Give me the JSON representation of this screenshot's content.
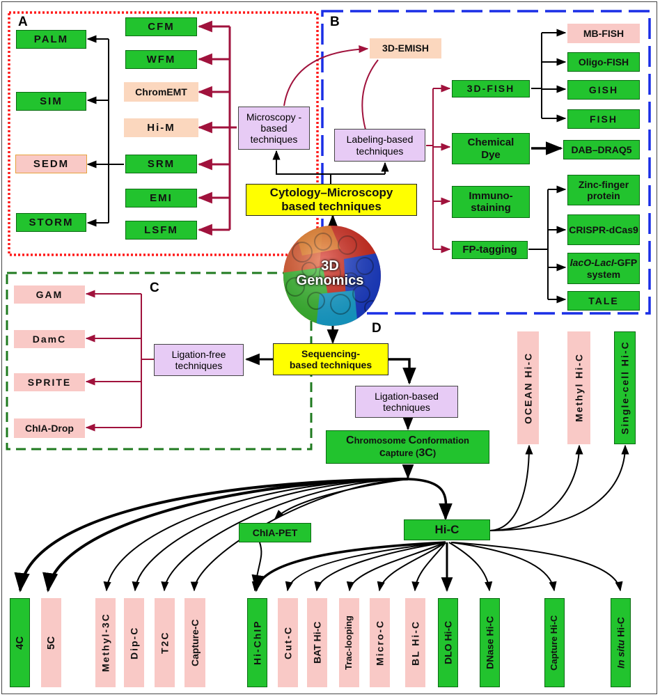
{
  "panels": {
    "a": "A",
    "b": "B",
    "c": "C",
    "d": "D"
  },
  "center": {
    "line1": "3D",
    "line2": "Genomics"
  },
  "cytology": "Cytology–Microscopy based techniques",
  "microscopy": "Microscopy -based techniques",
  "labeling": "Labeling-based techniques",
  "emish": "3D-EMISH",
  "panel_a": {
    "left": [
      "PALM",
      "SIM",
      "SEDM",
      "STORM"
    ],
    "right": [
      "CFM",
      "WFM",
      "ChromEMT",
      "Hi-M",
      "SRM",
      "EMI",
      "LSFM"
    ]
  },
  "panel_b": {
    "fish3d": "3D-FISH",
    "chemical": "Chemical Dye",
    "immuno": "Immuno-staining",
    "fp": "FP-tagging",
    "fish_types": [
      "MB-FISH",
      "Oligo-FISH",
      "GISH",
      "FISH"
    ],
    "dab": "DAB–DRAQ5",
    "fp_types": [
      "Zinc-finger protein",
      "CRISPR-dCas9",
      "TALE"
    ],
    "laco": {
      "a": "lacO",
      "b": "-",
      "c": "LacI",
      "d": "-GFP system"
    }
  },
  "panel_c": {
    "ligation_free": "Ligation-free techniques",
    "items": [
      "GAM",
      "DamC",
      "SPRITE",
      "ChIA-Drop"
    ]
  },
  "panel_d": {
    "sequencing": "Sequencing-based techniques",
    "ligation_based": "Ligation-based techniques",
    "threec": {
      "c1": "C",
      "r1": "hromosome ",
      "c2": "C",
      "r2": "onformation",
      "c3": "c",
      "r3": "apture (",
      "c4": "3C",
      "r4": ")"
    },
    "hic": "Hi-C",
    "chia_pet": "ChIA-PET",
    "top": [
      "OCEAN Hi-C",
      "Methyl Hi-C",
      "Single-cell Hi-C"
    ],
    "bottom": [
      "4C",
      "5C",
      "Methyl-3C",
      "Dip-C",
      "T2C",
      "Capture-C",
      "Hi-ChIP",
      "Cut-C",
      "BAT Hi-C",
      "Trac-looping",
      "Micro-C",
      "BL Hi-C",
      "DLO Hi-C",
      "DNase Hi-C",
      "Capture Hi-C"
    ],
    "insitu": {
      "a": "In situ",
      "b": " Hi-C"
    }
  },
  "colors": {
    "green": "#22c32e",
    "pink": "#f9c9c6",
    "peach": "#fbd7be",
    "lavender": "#e7cbf5",
    "yellow": "#ffff00",
    "crimson": "#a0123c",
    "red_dotted": "#ff1a1a",
    "blue_dashed": "#1a2ee6",
    "green_dashed": "#1f7a1f"
  }
}
